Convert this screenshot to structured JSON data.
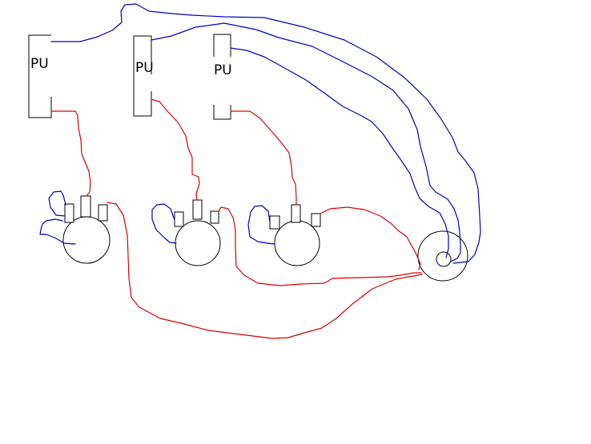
{
  "colors": {
    "hot_wire": "#dd0000",
    "ground_wire": "#0000cc",
    "outline": "#000000",
    "background": "#ffffff"
  },
  "pickups": [
    {
      "label": "PU"
    },
    {
      "label": "PU"
    },
    {
      "label": "PU"
    }
  ]
}
